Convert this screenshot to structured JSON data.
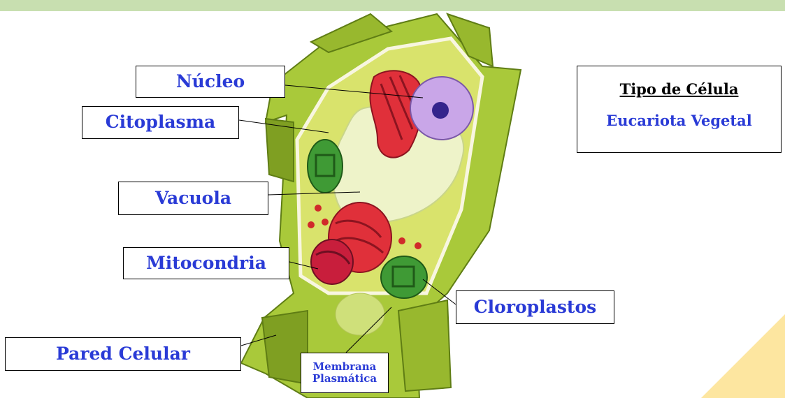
{
  "labels": {
    "nucleo": "Núcleo",
    "citoplasma": "Citoplasma",
    "vacuola": "Vacuola",
    "mitocondria": "Mitocondria",
    "cloroplastos": "Cloroplastos",
    "pared": "Pared Celular",
    "membrana_line1": "Membrana",
    "membrana_line2": "Plasmática"
  },
  "cell_type": {
    "title": "Tipo de Célula",
    "value": "Eucariota Vegetal"
  },
  "colors": {
    "label_text": "#2a3bd6",
    "cell_wall": "#a9c93a",
    "cytoplasm": "#d9e36c",
    "vacuole": "#eef3c9",
    "nucleus": "#c9a6e8",
    "golgi_er": "#e0303a",
    "chloroplast": "#3f9a35",
    "mitochondria": "#c81e3c",
    "top_bar": "#c8dfb0",
    "corner": "#fde6a0"
  }
}
